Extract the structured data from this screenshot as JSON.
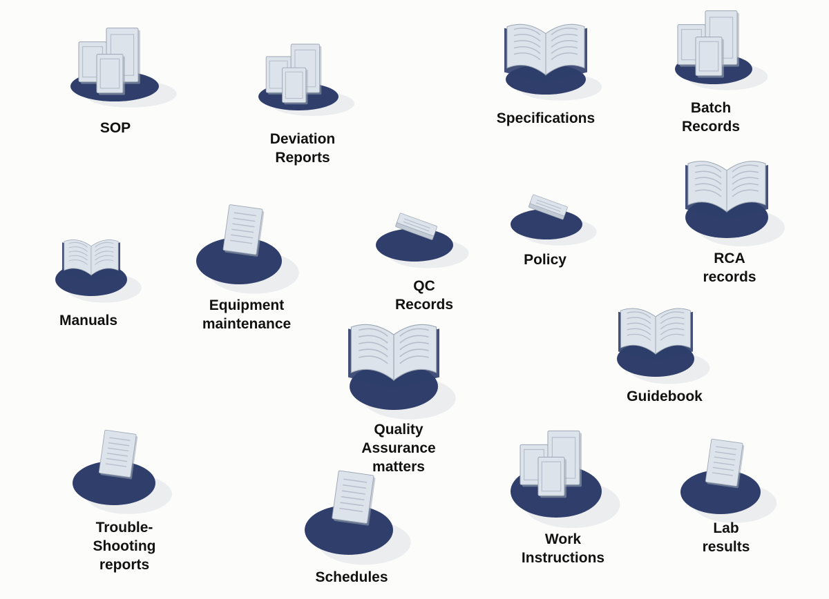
{
  "colors": {
    "disc": "#2f3e6b",
    "doc": "#dde3ea",
    "doc_edge": "#9aa5b3",
    "line": "#b5becb",
    "label": "#111111",
    "background": "#fcfcfa"
  },
  "items": [
    {
      "id": "sop",
      "label": "SOP",
      "icon": "stacked-documents-icon"
    },
    {
      "id": "deviation-reports",
      "label": "Deviation Reports",
      "icon": "stacked-documents-icon"
    },
    {
      "id": "specifications",
      "label": "Specifications",
      "icon": "open-book-icon"
    },
    {
      "id": "batch-records",
      "label": "Batch\nRecords",
      "icon": "stacked-documents-icon"
    },
    {
      "id": "manuals",
      "label": "Manuals",
      "icon": "open-book-icon"
    },
    {
      "id": "equipment-maintenance",
      "label": "Equipment maintenance",
      "icon": "document-icon"
    },
    {
      "id": "qc-records",
      "label": "QC Records",
      "icon": "closed-book-icon"
    },
    {
      "id": "policy",
      "label": "Policy",
      "icon": "closed-book-icon"
    },
    {
      "id": "rca-records",
      "label": "RCA\nrecords",
      "icon": "open-book-icon"
    },
    {
      "id": "quality-assurance-matters",
      "label": "Quality Assurance matters",
      "icon": "open-book-icon"
    },
    {
      "id": "guidebook",
      "label": "Guidebook",
      "icon": "open-book-icon"
    },
    {
      "id": "trouble-shooting-reports",
      "label": "Trouble-Shooting\nreports",
      "icon": "document-icon"
    },
    {
      "id": "schedules",
      "label": "Schedules",
      "icon": "document-icon"
    },
    {
      "id": "work-instructions",
      "label": "Work Instructions",
      "icon": "stacked-documents-icon"
    },
    {
      "id": "lab-results",
      "label": "Lab results",
      "icon": "document-icon"
    }
  ]
}
